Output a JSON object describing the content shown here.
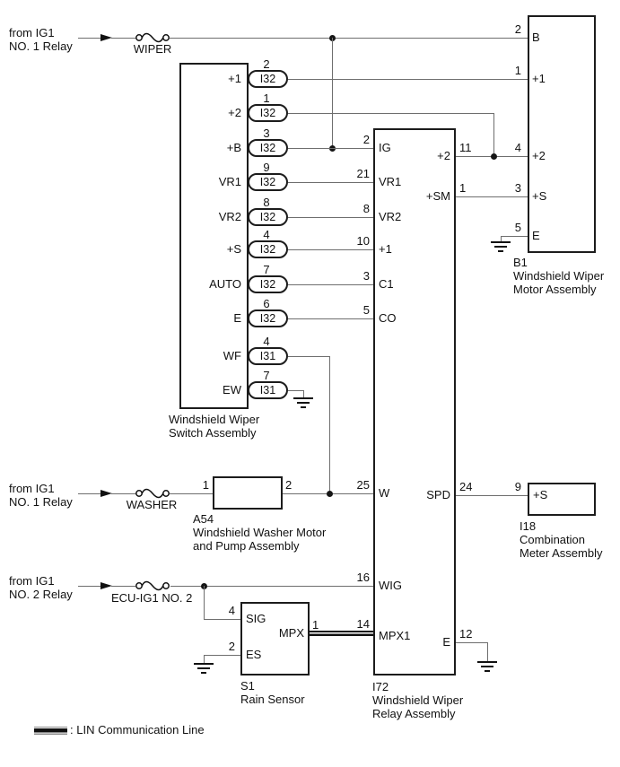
{
  "diagram": {
    "legend_label": ": LIN Communication Line",
    "feeds": [
      {
        "line1": "from IG1",
        "line2": "NO. 1 Relay",
        "fuse": "WIPER"
      },
      {
        "line1": "from IG1",
        "line2": "NO. 1 Relay",
        "fuse": "WASHER"
      },
      {
        "line1": "from IG1",
        "line2": "NO. 2 Relay",
        "fuse": "ECU-IG1 NO. 2"
      }
    ],
    "wiper_switch": {
      "name1": "Windshield Wiper",
      "name2": "Switch Assembly",
      "pins": [
        {
          "label": "+1",
          "conn": "I32",
          "num": "2"
        },
        {
          "label": "+2",
          "conn": "I32",
          "num": "1"
        },
        {
          "label": "+B",
          "conn": "I32",
          "num": "3"
        },
        {
          "label": "VR1",
          "conn": "I32",
          "num": "9"
        },
        {
          "label": "VR2",
          "conn": "I32",
          "num": "8"
        },
        {
          "label": "+S",
          "conn": "I32",
          "num": "4"
        },
        {
          "label": "AUTO",
          "conn": "I32",
          "num": "7"
        },
        {
          "label": "E",
          "conn": "I32",
          "num": "6"
        },
        {
          "label": "WF",
          "conn": "I31",
          "num": "4"
        },
        {
          "label": "EW",
          "conn": "I31",
          "num": "7"
        }
      ]
    },
    "relay": {
      "code": "I72",
      "name1": "Windshield Wiper",
      "name2": "Relay Assembly",
      "left_pins": [
        {
          "label": "IG",
          "num": "2"
        },
        {
          "label": "VR1",
          "num": "21"
        },
        {
          "label": "VR2",
          "num": "8"
        },
        {
          "label": "+1",
          "num": "10"
        },
        {
          "label": "C1",
          "num": "3"
        },
        {
          "label": "CO",
          "num": "5"
        },
        {
          "label": "W",
          "num": "25"
        },
        {
          "label": "WIG",
          "num": "16"
        },
        {
          "label": "MPX1",
          "num": "14"
        }
      ],
      "right_pins": [
        {
          "label": "+2",
          "num": "11"
        },
        {
          "label": "+SM",
          "num": "1"
        },
        {
          "label": "SPD",
          "num": "24"
        },
        {
          "label": "E",
          "num": "12"
        }
      ]
    },
    "motor": {
      "code": "B1",
      "name1": "Windshield Wiper",
      "name2": "Motor Assembly",
      "pins": [
        {
          "label": "B",
          "num": "2"
        },
        {
          "label": "+1",
          "num": "1"
        },
        {
          "label": "+2",
          "num": "4"
        },
        {
          "label": "+S",
          "num": "3"
        },
        {
          "label": "E",
          "num": "5"
        }
      ]
    },
    "washer": {
      "code": "A54",
      "name1": "Windshield Washer Motor",
      "name2": "and Pump Assembly",
      "pin_in": "1",
      "pin_out": "2"
    },
    "meter": {
      "code": "I18",
      "name1": "Combination",
      "name2": "Meter Assembly",
      "pin_label": "+S",
      "pin_num": "9"
    },
    "sensor": {
      "code": "S1",
      "name": "Rain Sensor",
      "pins": [
        {
          "label": "SIG",
          "num": "4"
        },
        {
          "label": "ES",
          "num": "2"
        },
        {
          "label": "MPX",
          "num": "1"
        }
      ]
    }
  }
}
